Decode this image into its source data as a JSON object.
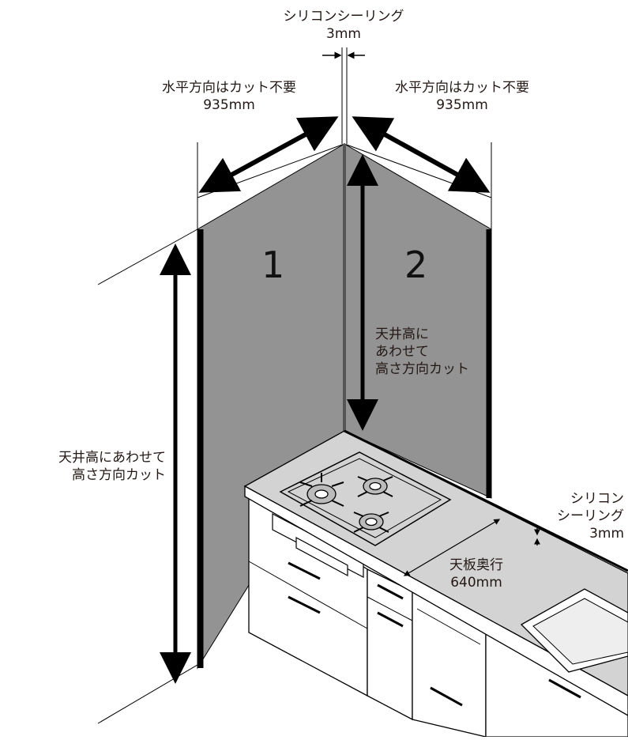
{
  "annotations": {
    "silicone_top": {
      "line1": "シリコンシーリング",
      "line2": "3mm"
    },
    "left_width": {
      "line1": "水平方向はカット不要",
      "line2": "935mm"
    },
    "right_width": {
      "line1": "水平方向はカット不要",
      "line2": "935mm"
    },
    "center_height": {
      "line1": "天井高に",
      "line2": "あわせて",
      "line3": "高さ方向カット"
    },
    "left_height": {
      "line1": "天井高にあわせて",
      "line2": "高さ方向カット"
    },
    "silicone_right": {
      "line1": "シリコン",
      "line2": "シーリング",
      "line3": "3mm"
    },
    "counter_depth": {
      "line1": "天板奥行",
      "line2": "640mm"
    }
  },
  "panels": {
    "panel1": "1",
    "panel2": "2"
  },
  "colors": {
    "panel": "#939393",
    "ink": "#231815",
    "counter": "#d3d3d3",
    "cabinet": "#ffffff"
  }
}
